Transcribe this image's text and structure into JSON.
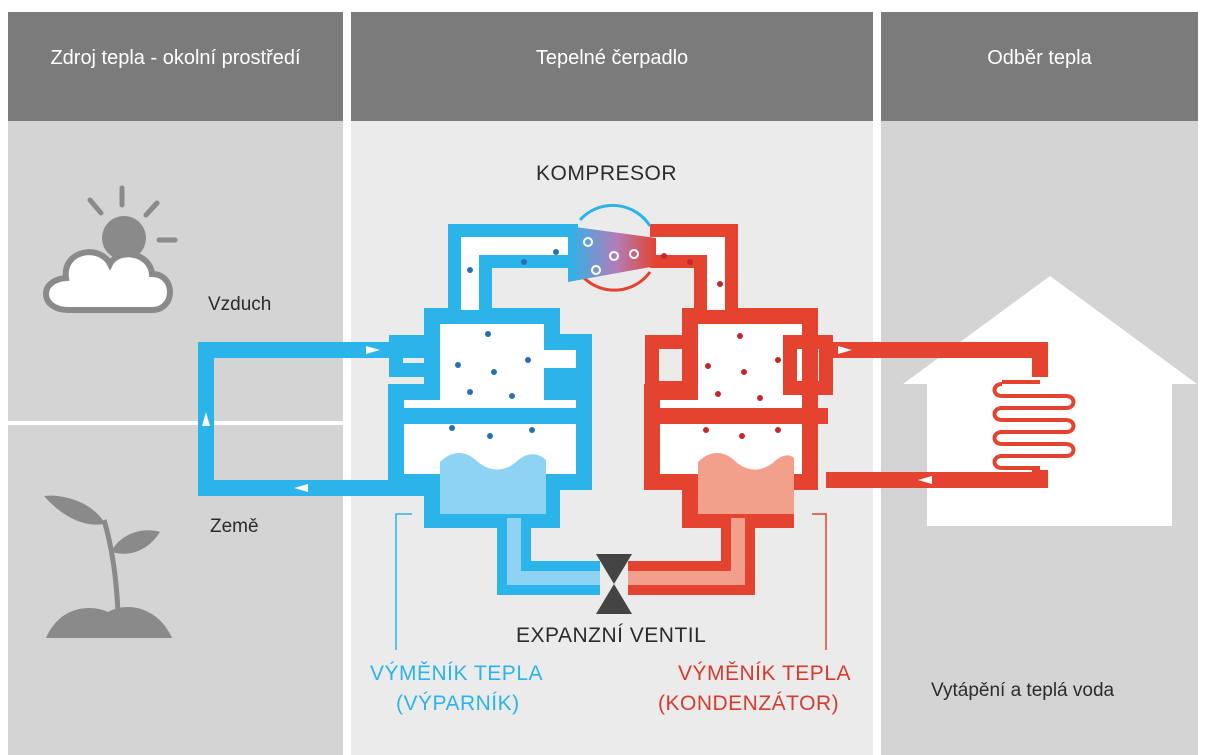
{
  "columns": {
    "source": "Zdroj tepla - okolní prostředí",
    "pump": "Tepelné čerpadlo",
    "sink": "Odběr tepla"
  },
  "sources": {
    "air": "Vzduch",
    "ground": "Země"
  },
  "components": {
    "compressor": "KOMPRESOR",
    "valve": "EXPANZNÍ VENTIL",
    "evaporator_line1": "VÝMĚNÍK TEPLA",
    "evaporator_line2": "(VÝPARNÍK)",
    "condenser_line1": "VÝMĚNÍK TEPLA",
    "condenser_line2": "(KONDENZÁTOR)"
  },
  "output": "Vytápění a teplá voda",
  "colors": {
    "cold": "#2bb4ea",
    "cold_fill": "#8fd3f4",
    "hot": "#e4432f",
    "hot_fill": "#f2a08c",
    "header": "#7b7b7b",
    "panel_dark": "#d4d4d4",
    "panel_light": "#ebebeb",
    "icon_gray": "#8a8a8a",
    "valve": "#444444"
  },
  "icons": [
    "cloud-sun-icon",
    "plant-sprout-icon",
    "house-icon",
    "radiator-coil-icon",
    "compressor-icon",
    "expansion-valve-icon"
  ]
}
